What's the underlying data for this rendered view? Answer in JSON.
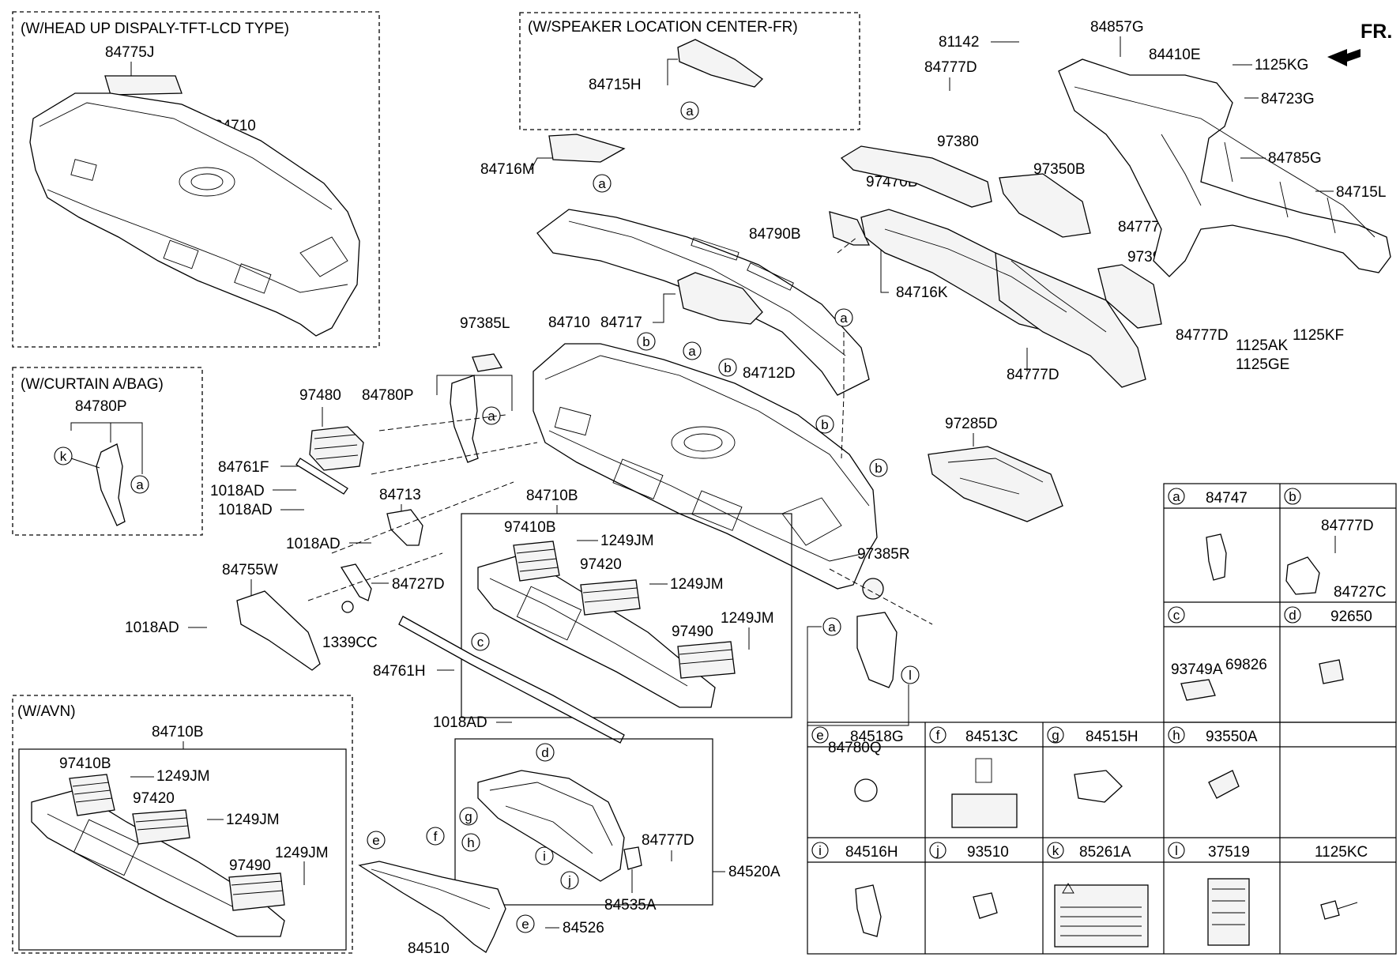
{
  "title_arrow": "FR.",
  "boxes": {
    "hud": "(W/HEAD UP DISPALY-TFT-LCD TYPE)",
    "speaker": "(W/SPEAKER LOCATION CENTER-FR)",
    "curtain": "(W/CURTAIN A/BAG)",
    "avn": "(W/AVN)"
  },
  "labels": {
    "p84775J": "84775J",
    "p84710_hud": "84710",
    "p84715H": "84715H",
    "p84716M": "84716M",
    "p84790B": "84790B",
    "p84710": "84710",
    "p84717": "84717",
    "p97385L": "97385L",
    "p84712D": "84712D",
    "p84716K": "84716K",
    "p84780P_c": "84780P",
    "p84780P": "84780P",
    "p97480": "97480",
    "p84761F": "84761F",
    "p1018AD_1": "1018AD",
    "p1018AD_2": "1018AD",
    "p84713": "84713",
    "p1018AD_3": "1018AD",
    "p84755W": "84755W",
    "p84727D": "84727D",
    "p1018AD_4": "1018AD",
    "p1339CC": "1339CC",
    "p84710B": "84710B",
    "p97410B": "97410B",
    "p1249JM_1": "1249JM",
    "p97420": "97420",
    "p1249JM_2": "1249JM",
    "p97490": "97490",
    "p1249JM_3": "1249JM",
    "p84761H": "84761H",
    "p1018AD_5": "1018AD",
    "p97385R": "97385R",
    "p84780Q": "84780Q",
    "p84710B_avn": "84710B",
    "p97410B_avn": "97410B",
    "p1249JM_a1": "1249JM",
    "p97420_avn": "97420",
    "p1249JM_a2": "1249JM",
    "p97490_avn": "97490",
    "p1249JM_a3": "1249JM",
    "p84510": "84510",
    "p84526": "84526",
    "p84777D_g": "84777D",
    "p84535A": "84535A",
    "p84520A": "84520A",
    "p81142": "81142",
    "p84857G": "84857G",
    "p84777D_1": "84777D",
    "p84410E": "84410E",
    "p1125KG": "1125KG",
    "p84723G": "84723G",
    "p97380": "97380",
    "p97350B": "97350B",
    "p84785G": "84785G",
    "p97470B": "97470B",
    "p84777D_2": "84777D",
    "p84715L": "84715L",
    "p97390": "97390",
    "p84777D_3": "84777D",
    "p1125AK": "1125AK",
    "p1125GE": "1125GE",
    "p1125KF": "1125KF",
    "p84777D_4": "84777D",
    "p97285D": "97285D"
  },
  "circles": {
    "a": "a",
    "b": "b",
    "c": "c",
    "d": "d",
    "e": "e",
    "f": "f",
    "g": "g",
    "h": "h",
    "i": "i",
    "j": "j",
    "k": "k",
    "l": "l"
  },
  "legend": [
    {
      "key": "a",
      "part": "84747"
    },
    {
      "key": "b",
      "part": "",
      "sub1": "84777D",
      "sub2": "84727C"
    },
    {
      "key": "c",
      "part": "",
      "sub1": "93749A",
      "sub2": "69826"
    },
    {
      "key": "d",
      "part": "92650"
    },
    {
      "key": "e",
      "part": "84518G"
    },
    {
      "key": "f",
      "part": "84513C"
    },
    {
      "key": "g",
      "part": "84515H"
    },
    {
      "key": "h",
      "part": "93550A"
    },
    {
      "key": "i",
      "part": "84516H"
    },
    {
      "key": "j",
      "part": "93510"
    },
    {
      "key": "k",
      "part": "85261A"
    },
    {
      "key": "l",
      "part": "37519"
    },
    {
      "key": "",
      "part": "1125KC"
    }
  ]
}
